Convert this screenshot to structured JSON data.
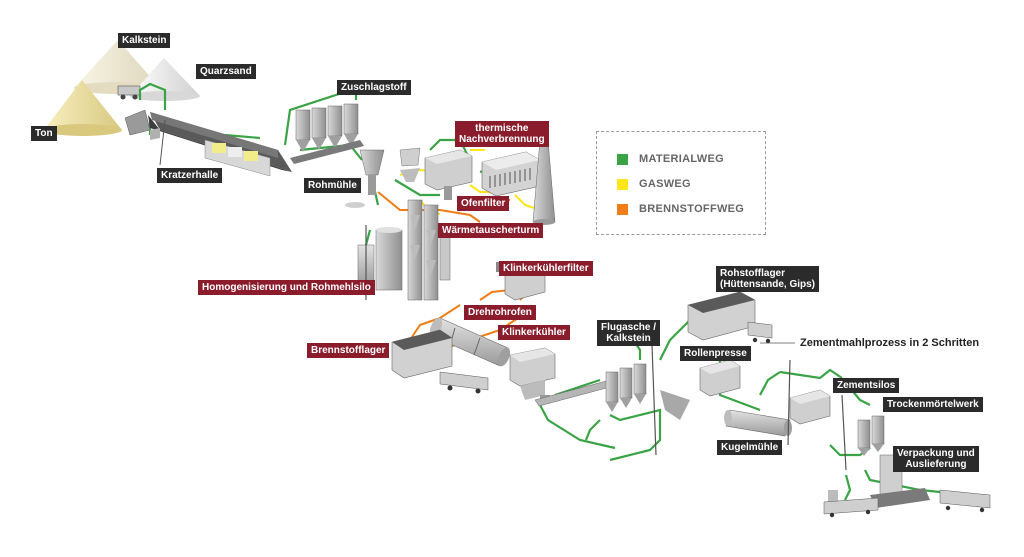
{
  "colors": {
    "material": "#3aa346",
    "gas": "#ffe61a",
    "fuel": "#ef7d18",
    "dark_label": "#2b2b2b",
    "red_label": "#8a1c2b",
    "equipment": "#b8b8b8"
  },
  "legend": {
    "items": [
      {
        "label": "MATERIALWEG",
        "color": "#3aa346"
      },
      {
        "label": "GASWEG",
        "color": "#ffe61a"
      },
      {
        "label": "BRENNSTOFFWEG",
        "color": "#ef7d18"
      }
    ]
  },
  "labels": {
    "kalkstein": "Kalkstein",
    "quarzsand": "Quarzsand",
    "ton": "Ton",
    "kratzerhalle": "Kratzerhalle",
    "zuschlagstoff": "Zuschlagstoff",
    "rohmuehle": "Rohmühle",
    "thermische_1": "thermische",
    "thermische_2": "Nachverbrennung",
    "ofenfilter": "Ofenfilter",
    "waermetauscherturm": "Wärmetauscherturm",
    "homogenisierung": "Homogenisierung und Rohmehlsilo",
    "klinkerkuehlerfilter": "Klinkerkühlerfilter",
    "drehrohrofen": "Drehrohrofen",
    "klinkerkuehler": "Klinkerkühler",
    "brennstofflager": "Brennstofflager",
    "flugasche_1": "Flugasche /",
    "flugasche_2": "Kalkstein",
    "rohstofflager_1": "Rohstofflager",
    "rohstofflager_2": "(Hüttensande, Gips)",
    "zementmahlprozess": "Zementmahlprozess in 2 Schritten",
    "rollenpresse": "Rollenpresse",
    "zementsilos": "Zementsilos",
    "trockenmoertelwerk": "Trockenmörtelwerk",
    "kugelmuehle": "Kugelmühle",
    "verpackung_1": "Verpackung und",
    "verpackung_2": "Auslieferung"
  }
}
